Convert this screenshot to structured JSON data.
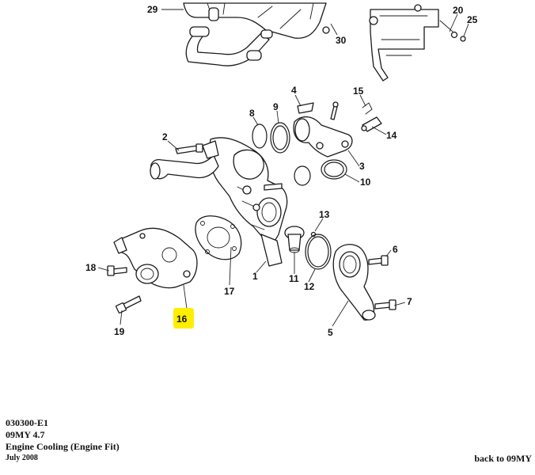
{
  "callouts": [
    "29",
    "30",
    "20",
    "25",
    "4",
    "15",
    "8",
    "9",
    "14",
    "2",
    "3",
    "10",
    "13",
    "6",
    "18",
    "1",
    "11",
    "12",
    "17",
    "7",
    "16",
    "19",
    "5"
  ],
  "highlight_color": "#ffee00",
  "footer": {
    "code": "030300-E1",
    "model": "09MY 4.7",
    "title": "Engine Cooling (Engine Fit)",
    "date": "July 2008"
  },
  "back_link": "back to 09MY"
}
